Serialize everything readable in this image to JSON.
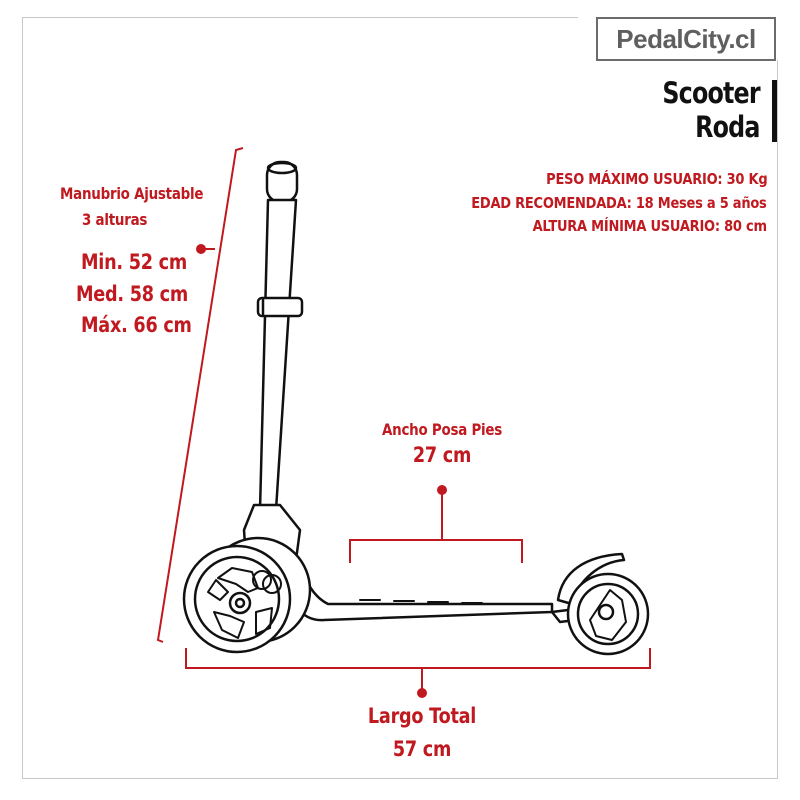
{
  "brand": {
    "logo_text": "PedalCity.cl"
  },
  "product": {
    "title_line1": "Scooter",
    "title_line2": "Roda"
  },
  "specs": [
    "PESO MÁXIMO USUARIO: 30 Kg",
    "EDAD RECOMENDADA: 18 Meses a 5 años",
    "ALTURA MÍNIMA USUARIO: 80 cm"
  ],
  "handlebar": {
    "label_line1": "Manubrio Ajustable",
    "label_line2": "3 alturas",
    "heights": [
      "Min. 52 cm",
      "Med. 58 cm",
      "Máx. 66 cm"
    ]
  },
  "deck_width": {
    "label": "Ancho Posa Pies",
    "value": "27 cm"
  },
  "total_length": {
    "label": "Largo Total",
    "value": "57 cm"
  },
  "colors": {
    "accent": "#c0191f",
    "text_dark": "#111111",
    "logo_gray": "#5f5f5f",
    "frame_gray": "#c8c8c8"
  }
}
